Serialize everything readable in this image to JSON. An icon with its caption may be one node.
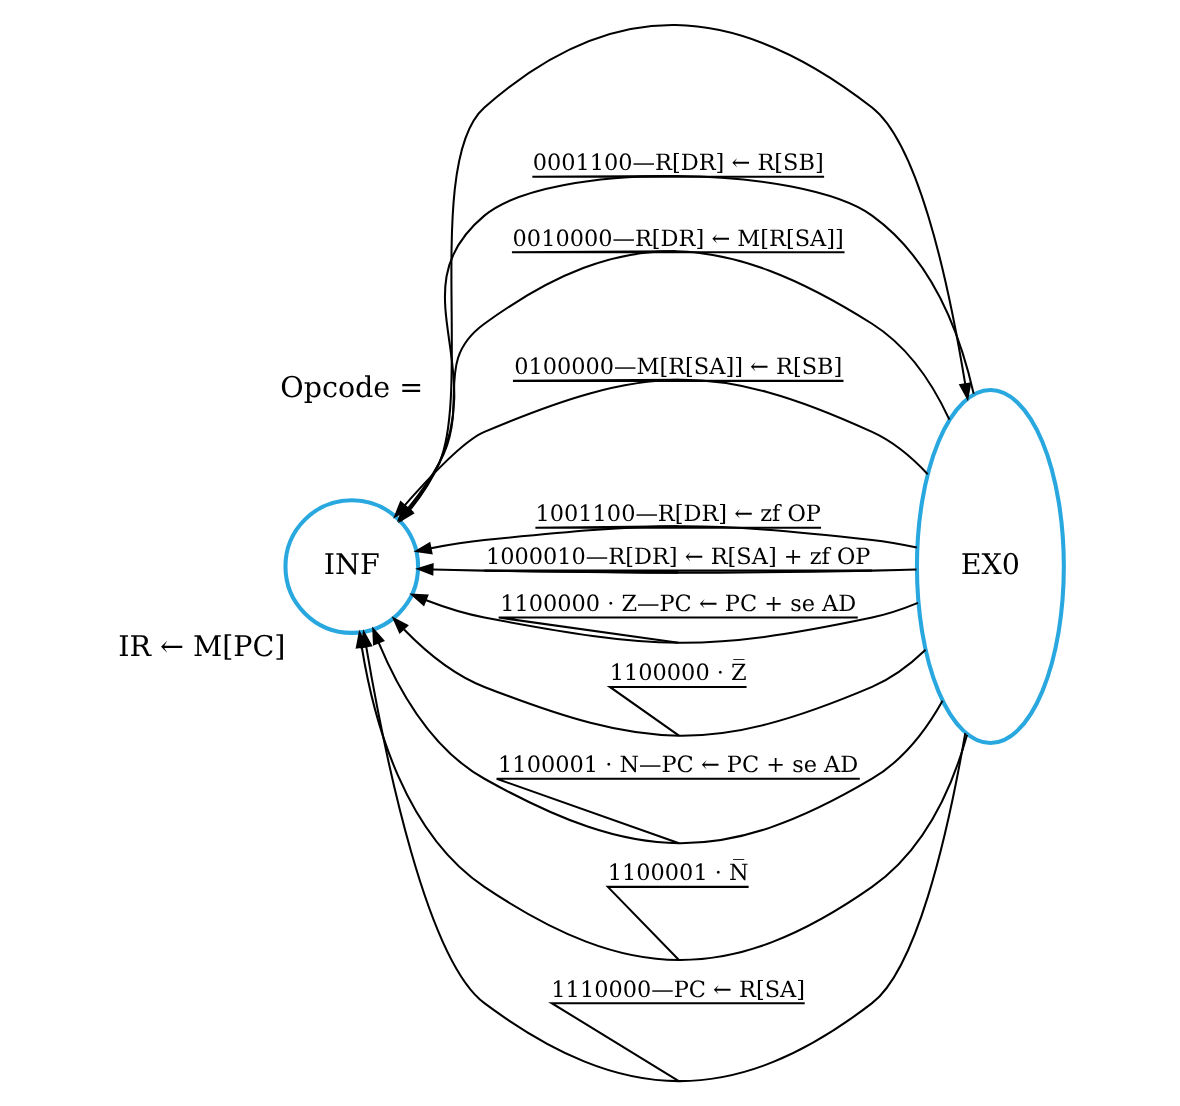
{
  "diagram": {
    "nodes": [
      {
        "text": [
          "INF"
        ],
        "beside": [
          "IR ← M[PC]"
        ]
      },
      {
        "text": [
          "EX0"
        ]
      }
    ],
    "edges": [
      {
        "from": 0,
        "to": 1,
        "arrow": "to"
      },
      {
        "from": 1,
        "to": 0,
        "arrow": "to",
        "label": "0001100—R[DR] ← R[SB]"
      },
      {
        "from": 1,
        "to": 0,
        "arrow": "to",
        "label": "0010000—R[DR] ← M[R[SA]]"
      },
      {
        "from": 1,
        "to": 0,
        "arrow": "to",
        "label": "0100000—M[R[SA]] ← R[SB]"
      },
      {
        "from": 1,
        "to": 0,
        "arrow": "to",
        "label": "1001100—R[DR] ← zf OP"
      },
      {
        "from": 1,
        "to": 0,
        "arrow": "to",
        "label": "1000010—R[DR] ← R[SA] + zf OP"
      },
      {
        "from": 1,
        "to": 0,
        "arrow": "to",
        "label": "1100000 · Z—PC ← PC + se AD"
      },
      {
        "from": 1,
        "to": 0,
        "arrow": "to",
        "label": "1100000 · Z̅"
      },
      {
        "from": 1,
        "to": 0,
        "arrow": "to",
        "label": "1100001 · N—PC ← PC + se AD"
      },
      {
        "from": 1,
        "to": 0,
        "arrow": "to",
        "label": "1100001 · N̅"
      },
      {
        "from": 1,
        "to": 0,
        "arrow": "to",
        "label": "1110000—PC ← R[SA]"
      }
    ],
    "labels": [
      "Opcode ="
    ]
  }
}
